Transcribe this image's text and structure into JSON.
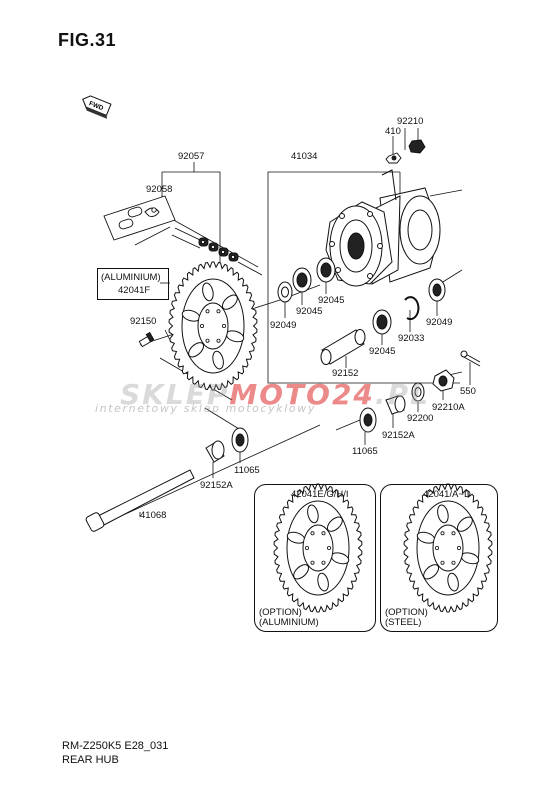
{
  "figure": {
    "title": "FIG.31"
  },
  "fwd_badge": "FWD",
  "labels": {
    "p92210": "92210",
    "p410": "410",
    "p92057": "92057",
    "p41034": "41034",
    "p92058": "92058",
    "aluminium_tag": "(ALUMINIUM)",
    "p42041F": "42041F",
    "p92150": "92150",
    "p92049a": "92049",
    "p92045a": "92045",
    "p92045b": "92045",
    "p92033": "92033",
    "p92049b": "92049",
    "p92045c": "92045",
    "p92152": "92152",
    "p550": "550",
    "p92210A": "92210A",
    "p92200": "92200",
    "p92152Ar": "92152A",
    "p11065r": "11065",
    "p11065l": "11065",
    "p92152Al": "92152A",
    "p41068": "41068"
  },
  "options": [
    {
      "part": "42041E/G/H/I",
      "line1": "(OPTION)",
      "line2": "(ALUMINIUM)"
    },
    {
      "part": "42041/A~D",
      "line1": "(OPTION)",
      "line2": "(STEEL)"
    }
  ],
  "watermark": {
    "brand_a": "SKLEP",
    "brand_b": "MOTO",
    "brand_c": "24",
    "brand_d": ".PL",
    "tagline": "internetowy sklep motocyklowy"
  },
  "footer": {
    "model": "RM-Z250K5 E28_031",
    "section": "REAR HUB"
  }
}
